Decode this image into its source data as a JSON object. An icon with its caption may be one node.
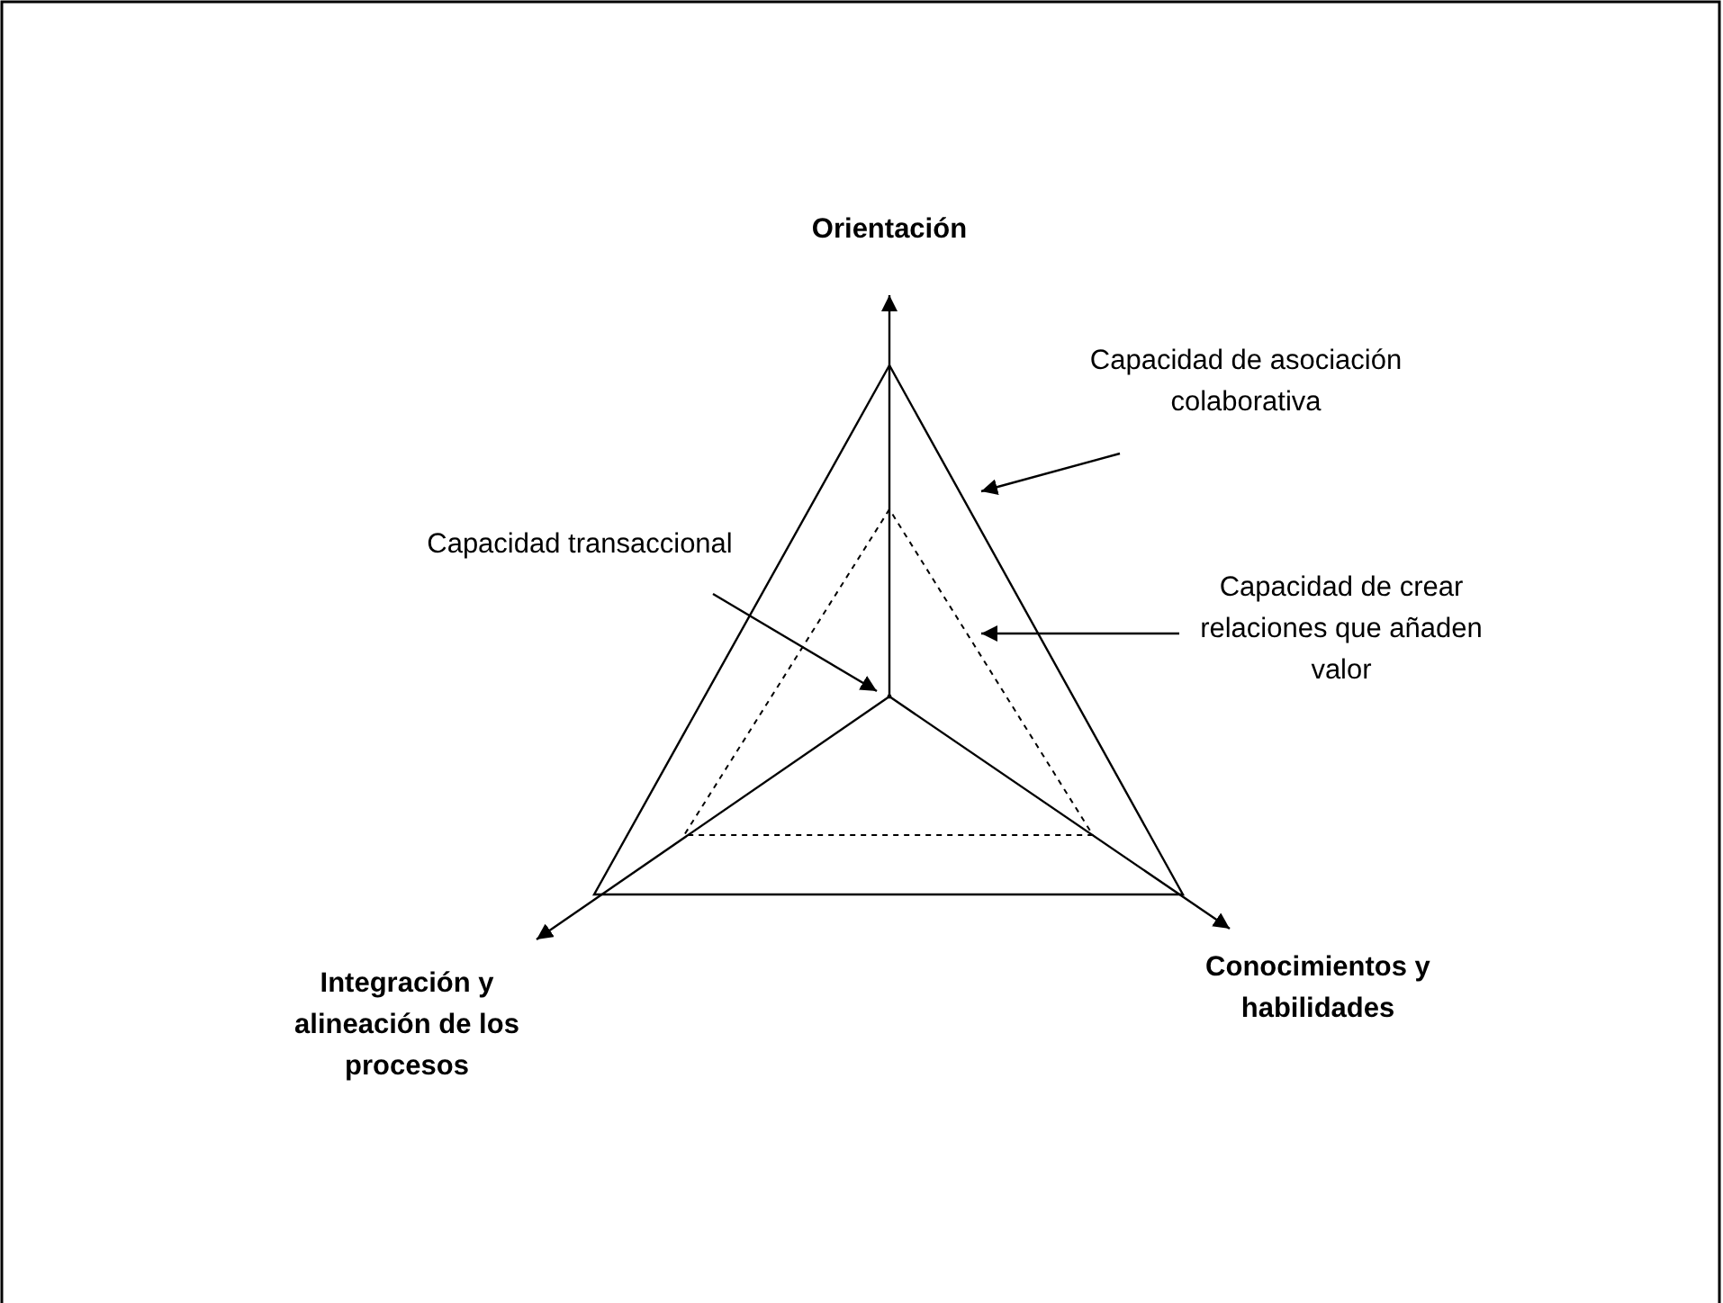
{
  "diagram": {
    "nodes": [
      {
        "text": [
          "Capacidad de asociación colaborativa"
        ]
      },
      {
        "text": [
          "Capacidad transaccional"
        ]
      },
      {
        "text": [
          "Capacidad de crear relaciones que añaden valor"
        ]
      },
      {
        "text": [],
        "shape": "triangle"
      },
      {
        "text": [],
        "shape": "triangle",
        "in": 3
      },
      {
        "text": [],
        "shape": "point",
        "in": 4
      }
    ],
    "edges": [
      {
        "from": 0,
        "to": 3,
        "arrow": "to"
      },
      {
        "from": 1,
        "to": 5,
        "arrow": "to"
      },
      {
        "from": 2,
        "to": 4,
        "arrow": "to"
      }
    ],
    "labels": [
      "Orientación",
      "Integración y alineación de los procesos",
      "Conocimientos y habilidades"
    ]
  }
}
